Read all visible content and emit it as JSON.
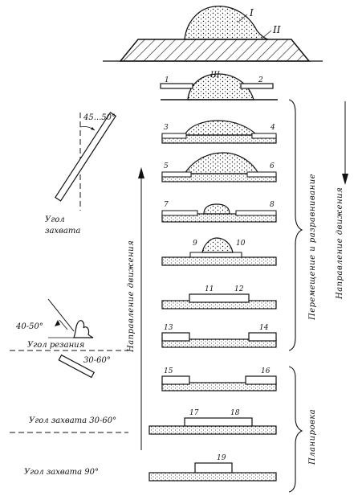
{
  "labels": {
    "roman_1": "I",
    "roman_2": "II",
    "roman_3": "III",
    "angle_45_50": "45...50°",
    "capture_angle_1": "Угол",
    "capture_angle_2": "захвата",
    "angle_40_50": "40-50°",
    "cutting_angle": "Угол резания",
    "angle_30_60": "30-60°",
    "capture_angle_30_60": "Угол захвата 30-60°",
    "capture_angle_90": "Угол захвата 90°",
    "direction_left": "Направление  движения",
    "moving_leveling": "Перемещение и разравнивание",
    "direction_right": "Направление движения",
    "planning": "Планировка"
  },
  "step_numbers": [
    "1",
    "2",
    "3",
    "4",
    "5",
    "6",
    "7",
    "8",
    "9",
    "10",
    "11",
    "12",
    "13",
    "14",
    "15",
    "16",
    "17",
    "18",
    "19"
  ],
  "colors": {
    "ink": "#111111",
    "background": "#ffffff"
  }
}
